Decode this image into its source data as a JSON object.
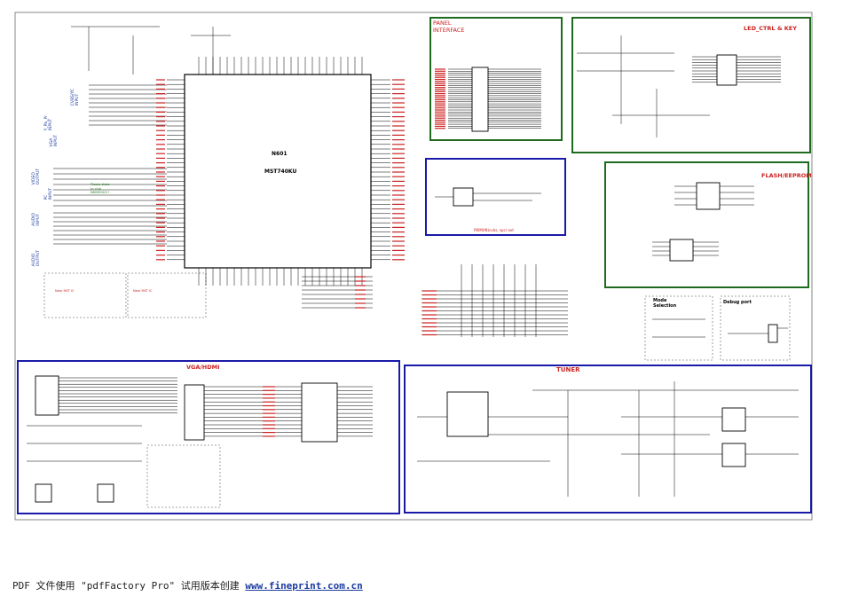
{
  "main_ic": {
    "ref": "N601",
    "part": "MST740KU"
  },
  "sections": {
    "panel": "PANEL\nINTERFACE",
    "led": "LED_CTRL & KEY",
    "flash": "FLASH/EEPROM",
    "vga_hdmi": "VGA/HDMI",
    "tuner": "TUNER",
    "mode": "Mode\nSelection",
    "debug": "Debug port"
  },
  "side_labels": {
    "cvbs": "CVBS/YC\nINPUT",
    "ypbpr": "Y_Pb_Pr\nINPUT",
    "vga": "VGA\nINPUT",
    "video_out": "VIDEO\nOUTPUT",
    "pc_audio": "PC\nINPUT",
    "audio_in": "AUDIO\nINPUT",
    "audio_out": "AUDIO\nOUTPUT"
  },
  "notes": {
    "please_close": "Please close\nto chip\nN6090001!!",
    "mst_ic_left": "Near MST IC",
    "mst_ic_right": "Near MST IC",
    "pwm": "PWM(IN)cvbs, spcr ext"
  },
  "footer": {
    "text": "PDF 文件使用 \"pdfFactory Pro\" 试用版本创建",
    "link": "www.fineprint.com.cn"
  }
}
